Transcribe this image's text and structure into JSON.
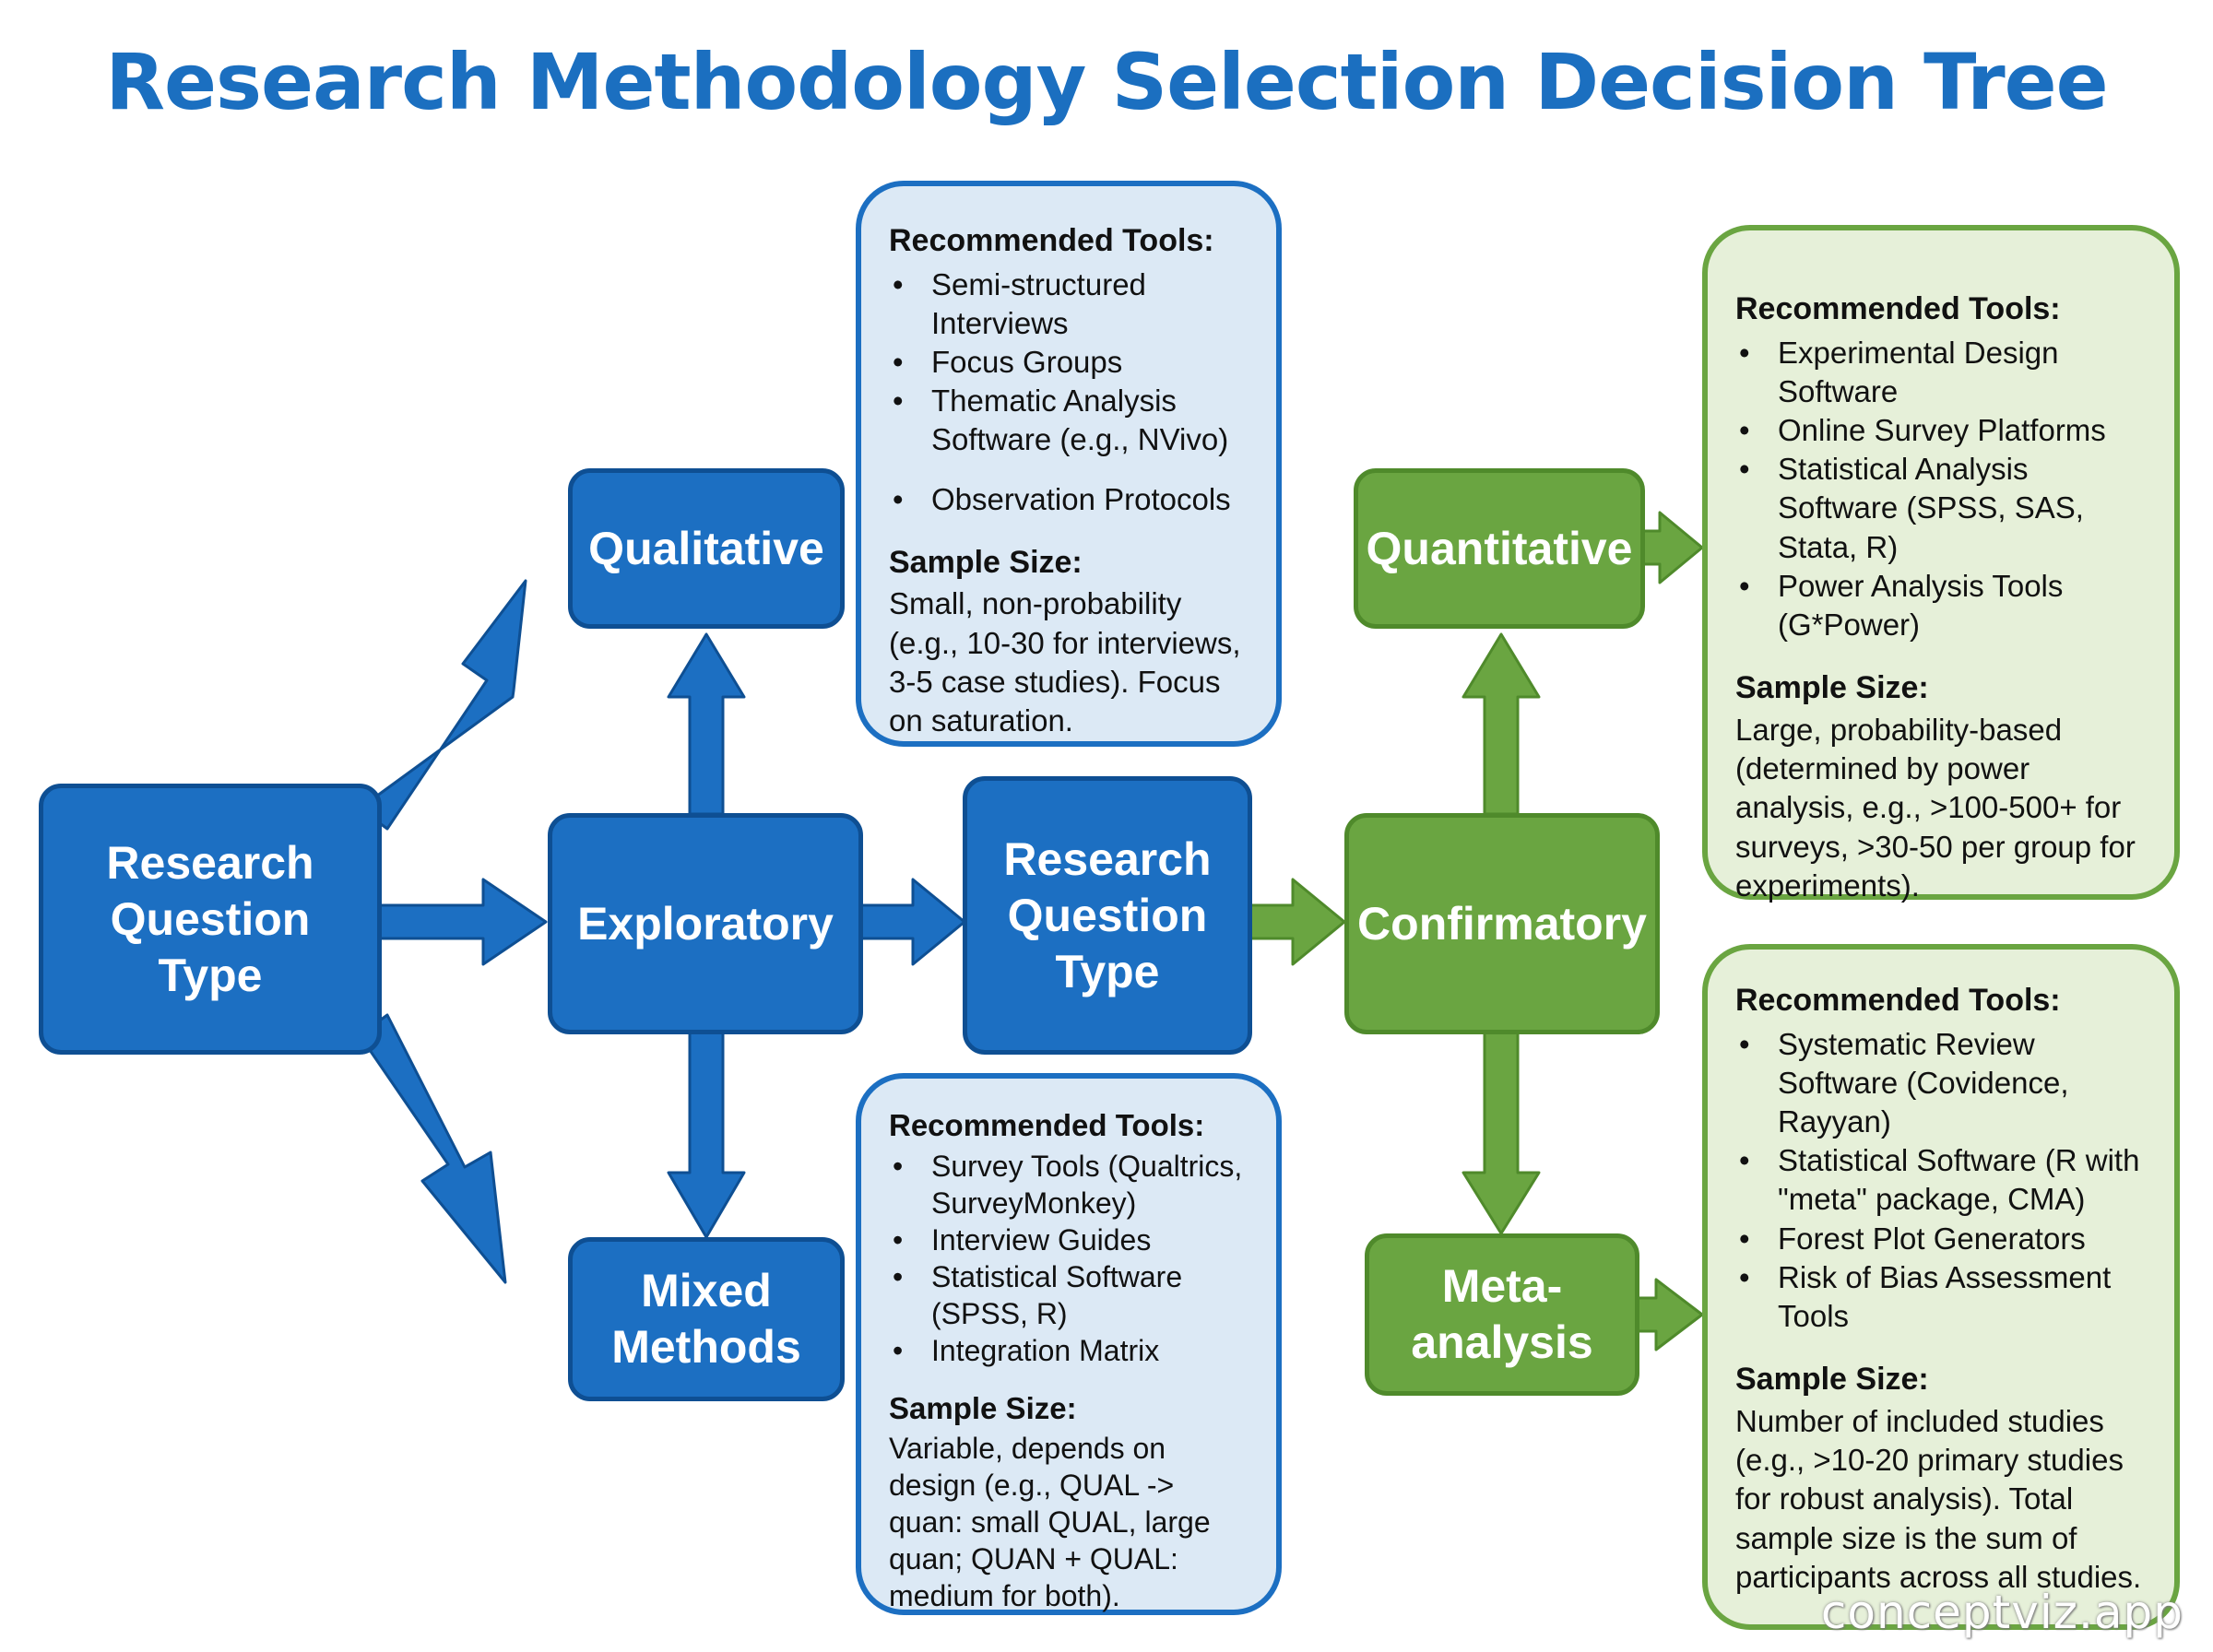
{
  "title": "Research Methodology Selection Decision Tree",
  "colors": {
    "blue": "#1c6fc2",
    "blue_dark": "#0e4f93",
    "green": "#6aa541",
    "green_dark": "#4f8a2b",
    "blue_panel": "#dce9f5",
    "green_panel": "#e6f0d9",
    "title": "#1b6fc0"
  },
  "nodes": {
    "root": "Research\nQuestion Type",
    "exploratory": "Exploratory",
    "qualitative": "Qualitative",
    "mixed": "Mixed\nMethods",
    "center": "Research\nQuestion\nType",
    "confirmatory": "Confirmatory",
    "quantitative": "Quantitative",
    "meta": "Meta-\nanalysis"
  },
  "panels": {
    "qualitative": {
      "tools_heading": "Recommended Tools:",
      "tools": [
        "Semi-structured Interviews",
        "Focus Groups",
        "Thematic Analysis Software (e.g., NVivo)",
        "Observation Protocols"
      ],
      "sample_heading": "Sample Size:",
      "sample": "Small, non-probability (e.g., 10-30 for interviews, 3-5 case studies). Focus on saturation."
    },
    "mixed": {
      "tools_heading": "Recommended Tools:",
      "tools": [
        "Survey Tools (Qualtrics, SurveyMonkey)",
        "Interview Guides",
        "Statistical Software (SPSS, R)",
        "Integration Matrix"
      ],
      "sample_heading": "Sample Size:",
      "sample": "Variable, depends on design (e.g., QUAL -> quan: small QUAL, large quan; QUAN + QUAL: medium for both)."
    },
    "quantitative": {
      "tools_heading": "Recommended Tools:",
      "tools": [
        "Experimental Design Software",
        "Online Survey Platforms",
        "Statistical Analysis Software (SPSS, SAS, Stata, R)",
        "Power Analysis Tools (G*Power)"
      ],
      "sample_heading": "Sample Size:",
      "sample": "Large, probability-based (determined by power analysis, e.g., >100-500+ for surveys, >30-50 per group for experiments)."
    },
    "meta": {
      "tools_heading": "Recommended Tools:",
      "tools": [
        "Systematic Review Software (Covidence, Rayyan)",
        "Statistical Software (R with \"meta\" package, CMA)",
        "Forest Plot Generators",
        "Risk of Bias Assessment Tools"
      ],
      "sample_heading": "Sample Size:",
      "sample": "Number of included studies (e.g., >10-20 primary studies for robust analysis). Total sample size is the sum of participants across all studies."
    }
  },
  "watermark": "conceptviz.app"
}
